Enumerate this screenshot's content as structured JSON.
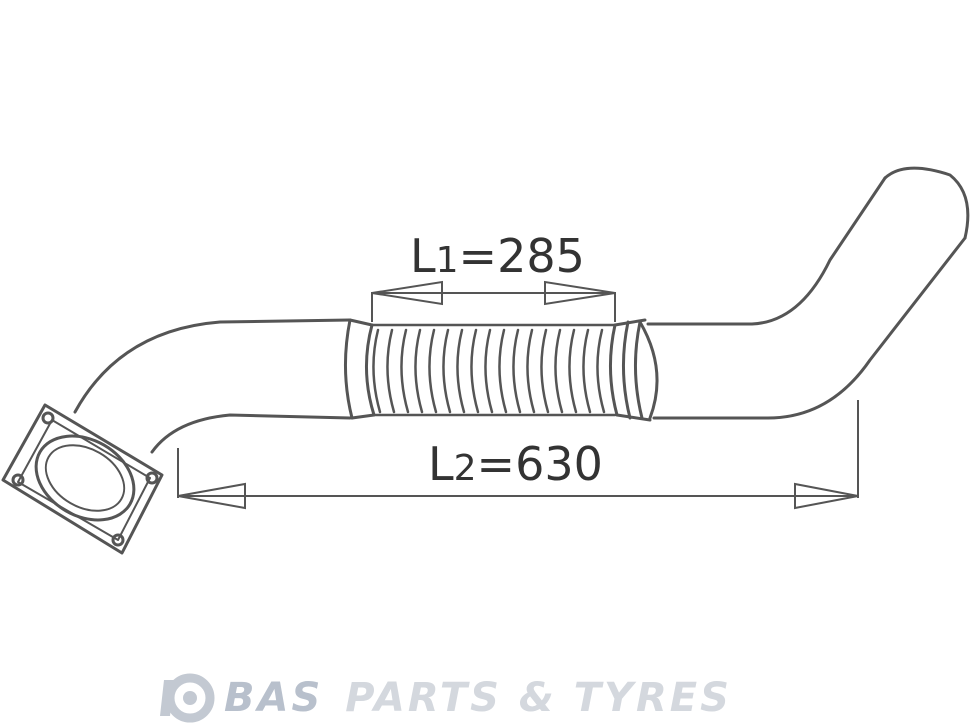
{
  "diagram": {
    "dimension_l1": {
      "letter": "L",
      "sub": "1",
      "value": "=285"
    },
    "dimension_l2": {
      "letter": "L",
      "sub": "2",
      "value": "=630"
    }
  },
  "brand": {
    "name": "BAS",
    "tagline": "PARTS & TYRES",
    "logo_icon": "bas-logo-icon",
    "colors": {
      "primary": "#b8c0cc",
      "secondary": "#d4d8de"
    }
  },
  "colors": {
    "line": "#555555"
  }
}
